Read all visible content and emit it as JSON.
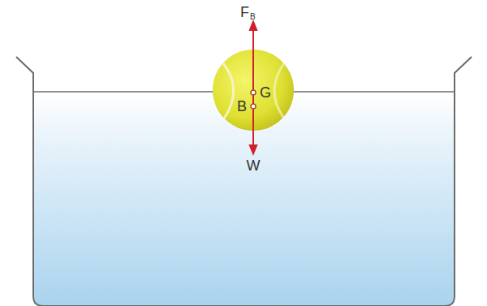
{
  "diagram": {
    "labels": [
      "F",
      "B",
      "G",
      "B",
      "W"
    ]
  }
}
